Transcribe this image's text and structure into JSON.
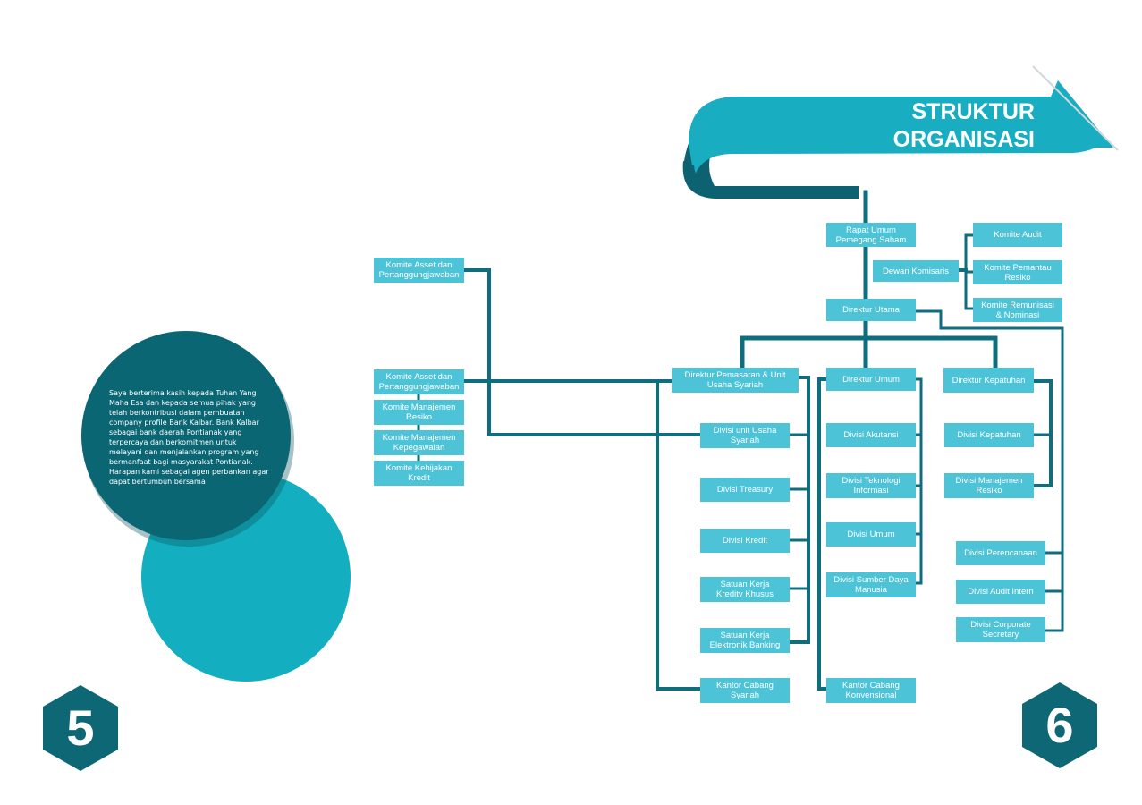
{
  "colors": {
    "box_fill": "#4cc3d7",
    "connector": "#0f6e7e",
    "ribbon": "#19adc1",
    "ribbon_dark": "#0c6271",
    "circle_dark": "#0b6674",
    "circle_light": "#13afc0",
    "hexagon": "#0e6775"
  },
  "header": {
    "title_line1": "STRUKTUR",
    "title_line2": "ORGANISASI"
  },
  "intro": {
    "text": "Saya berterima kasih kepada Tuhan Yang Maha Esa dan kepada semua pihak yang telah berkontribusi dalam pembuatan company profile Bank Kalbar. Bank Kalbar sebagai bank daerah Pontianak yang terpercaya dan berkomitmen untuk melayani dan menjalankan program yang bermanfaat bagi masyarakat Pontianak. Harapan kami sebagai agen perbankan agar dapat bertumbuh bersama"
  },
  "pages": {
    "left": "5",
    "right": "6"
  },
  "org": {
    "rups": "Rapat Umum\nPemegang Saham",
    "dewan": "Dewan Komisaris",
    "komite_audit": "Komite Audit",
    "komite_pemantau": "Komite Pemantau\nResiko",
    "komite_remunisasi": "Komite Remunisasi\n& Nominasi",
    "direktur_utama": "Direktur Utama",
    "komite_asset_1": "Komite Asset dan\nPertanggungjawaban",
    "komite_asset_2": "Komite Asset dan\nPertanggungjawaban",
    "komite_manajemen_resiko": "Komite Manajemen\nResiko",
    "komite_manajemen_kepegawaian": "Komite Manajemen\nKepegawaian",
    "komite_kebijakan_kredit": "Komite Kebijakan\nKredit",
    "direktur_pemasaran": "Direktur Pemasaran & Unit\nUsaha Syariah",
    "direktur_umum": "Direktur Umum",
    "direktur_kepatuhan": "Direktur Kepatuhan",
    "divisi_unit_usaha_syariah": "Divisi unit Usaha\nSyariah",
    "divisi_treasury": "Divisi Treasury",
    "divisi_kredit": "Divisi Kredit",
    "satuan_kerja_kredit_khusus": "Satuan Kerja\nKreditv Khusus",
    "satuan_kerja_elektronik_banking": "Satuan Kerja\nElektronik Banking",
    "kantor_cabang_syariah": "Kantor Cabang\nSyariah",
    "divisi_akutansi": "Divisi Akutansi",
    "divisi_teknologi_informasi": "Divisi Teknologi\nInformasi",
    "divisi_umum": "Divisi Umum",
    "divisi_sdm": "Divisi Sumber Daya\nManusia",
    "kantor_cabang_konvensional": "Kantor Cabang\nKonvensional",
    "divisi_kepatuhan": "Divisi Kepatuhan",
    "divisi_manajemen_resiko": "Divisi Manajemen\nResiko",
    "divisi_perencanaan": "Divisi Perencanaan",
    "divisi_audit_intern": "Divisi Audit Intern",
    "divisi_corporate_secretary": "Divisi Corporate\nSecretary"
  }
}
